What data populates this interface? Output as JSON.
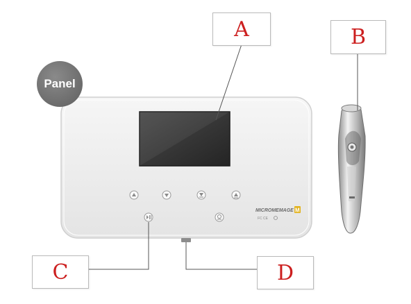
{
  "badge": {
    "label": "Panel"
  },
  "callouts": {
    "a": "A",
    "b": "B",
    "c": "C",
    "d": "D"
  },
  "device": {
    "brand_text": "MICROMEMAGE",
    "brand_mark": "M",
    "cert_text": "FC CE"
  },
  "colors": {
    "callout_letter": "#cc1f1f",
    "badge_bg": "#6b6b6b",
    "panel_body": "#efefef",
    "screen": "#3a3a3a",
    "logo_accent": "#e2b21b"
  }
}
